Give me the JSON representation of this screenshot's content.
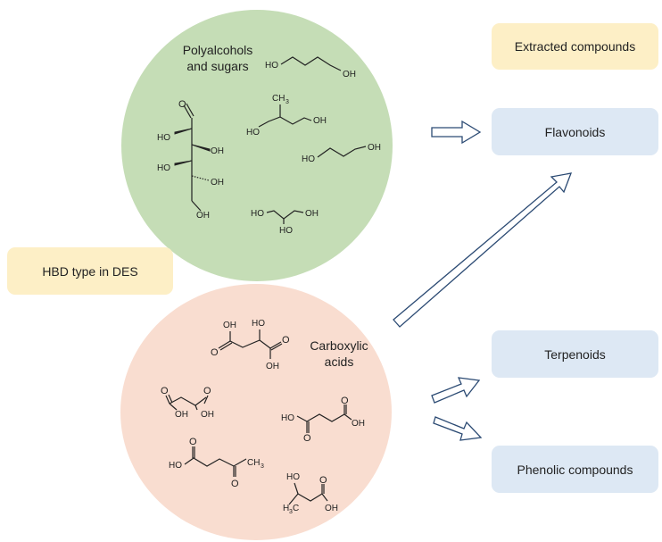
{
  "header_box": {
    "label": "Extracted compounds",
    "color": "#fdefc6"
  },
  "compounds": [
    {
      "label": "Flavonoids"
    },
    {
      "label": "Terpenoids"
    },
    {
      "label": "Phenolic compounds"
    }
  ],
  "hbd_box": {
    "label": "HBD type in DES",
    "color": "#fdefc6"
  },
  "groups": {
    "polyalcohols": {
      "title_line1": "Polyalcohols",
      "title_line2": "and sugars",
      "color": "#c5ddb6"
    },
    "carboxylic": {
      "title_line1": "Carboxylic",
      "title_line2": "acids",
      "color": "#f9ddd0"
    }
  },
  "colors": {
    "box_blue": "#dde8f4",
    "arrow_stroke": "#2b4a73"
  },
  "molecule_labels": {
    "oh": "OH",
    "ho": "HO",
    "ch3": "CH",
    "sub3": "3",
    "h3c": "H",
    "c": "C"
  }
}
